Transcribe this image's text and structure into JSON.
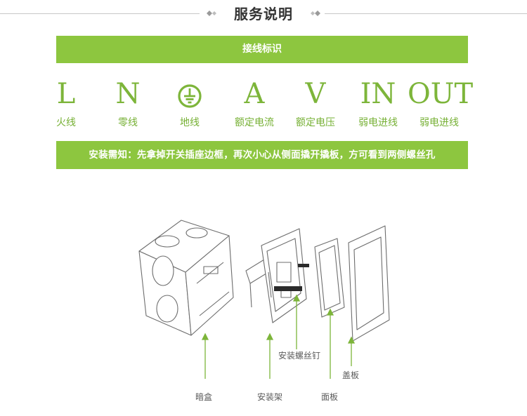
{
  "header": {
    "title": "服务说明"
  },
  "wiring_bar": {
    "label": "接线标识"
  },
  "symbols": [
    {
      "mark": "L",
      "caption": "火线"
    },
    {
      "mark": "N",
      "caption": "零线"
    },
    {
      "mark": "earth",
      "caption": "地线"
    },
    {
      "mark": "A",
      "caption": "额定电流"
    },
    {
      "mark": "V",
      "caption": "额定电压"
    },
    {
      "mark": "IN",
      "caption": "弱电进线"
    },
    {
      "mark": "OUT",
      "caption": "弱电进线"
    }
  ],
  "notice": {
    "text": "安装需知：先拿掉开关插座边框，再次小心从侧面撬开撬板，方可看到两侧螺丝孔"
  },
  "diagram": {
    "labels": {
      "back_box": "暗盒",
      "mount_frame": "安装架",
      "screw": "安装螺丝钉",
      "panel": "面板",
      "cover": "盖板"
    }
  },
  "colors": {
    "accent_green": "#8dc63f",
    "text_green": "#7db53a"
  }
}
